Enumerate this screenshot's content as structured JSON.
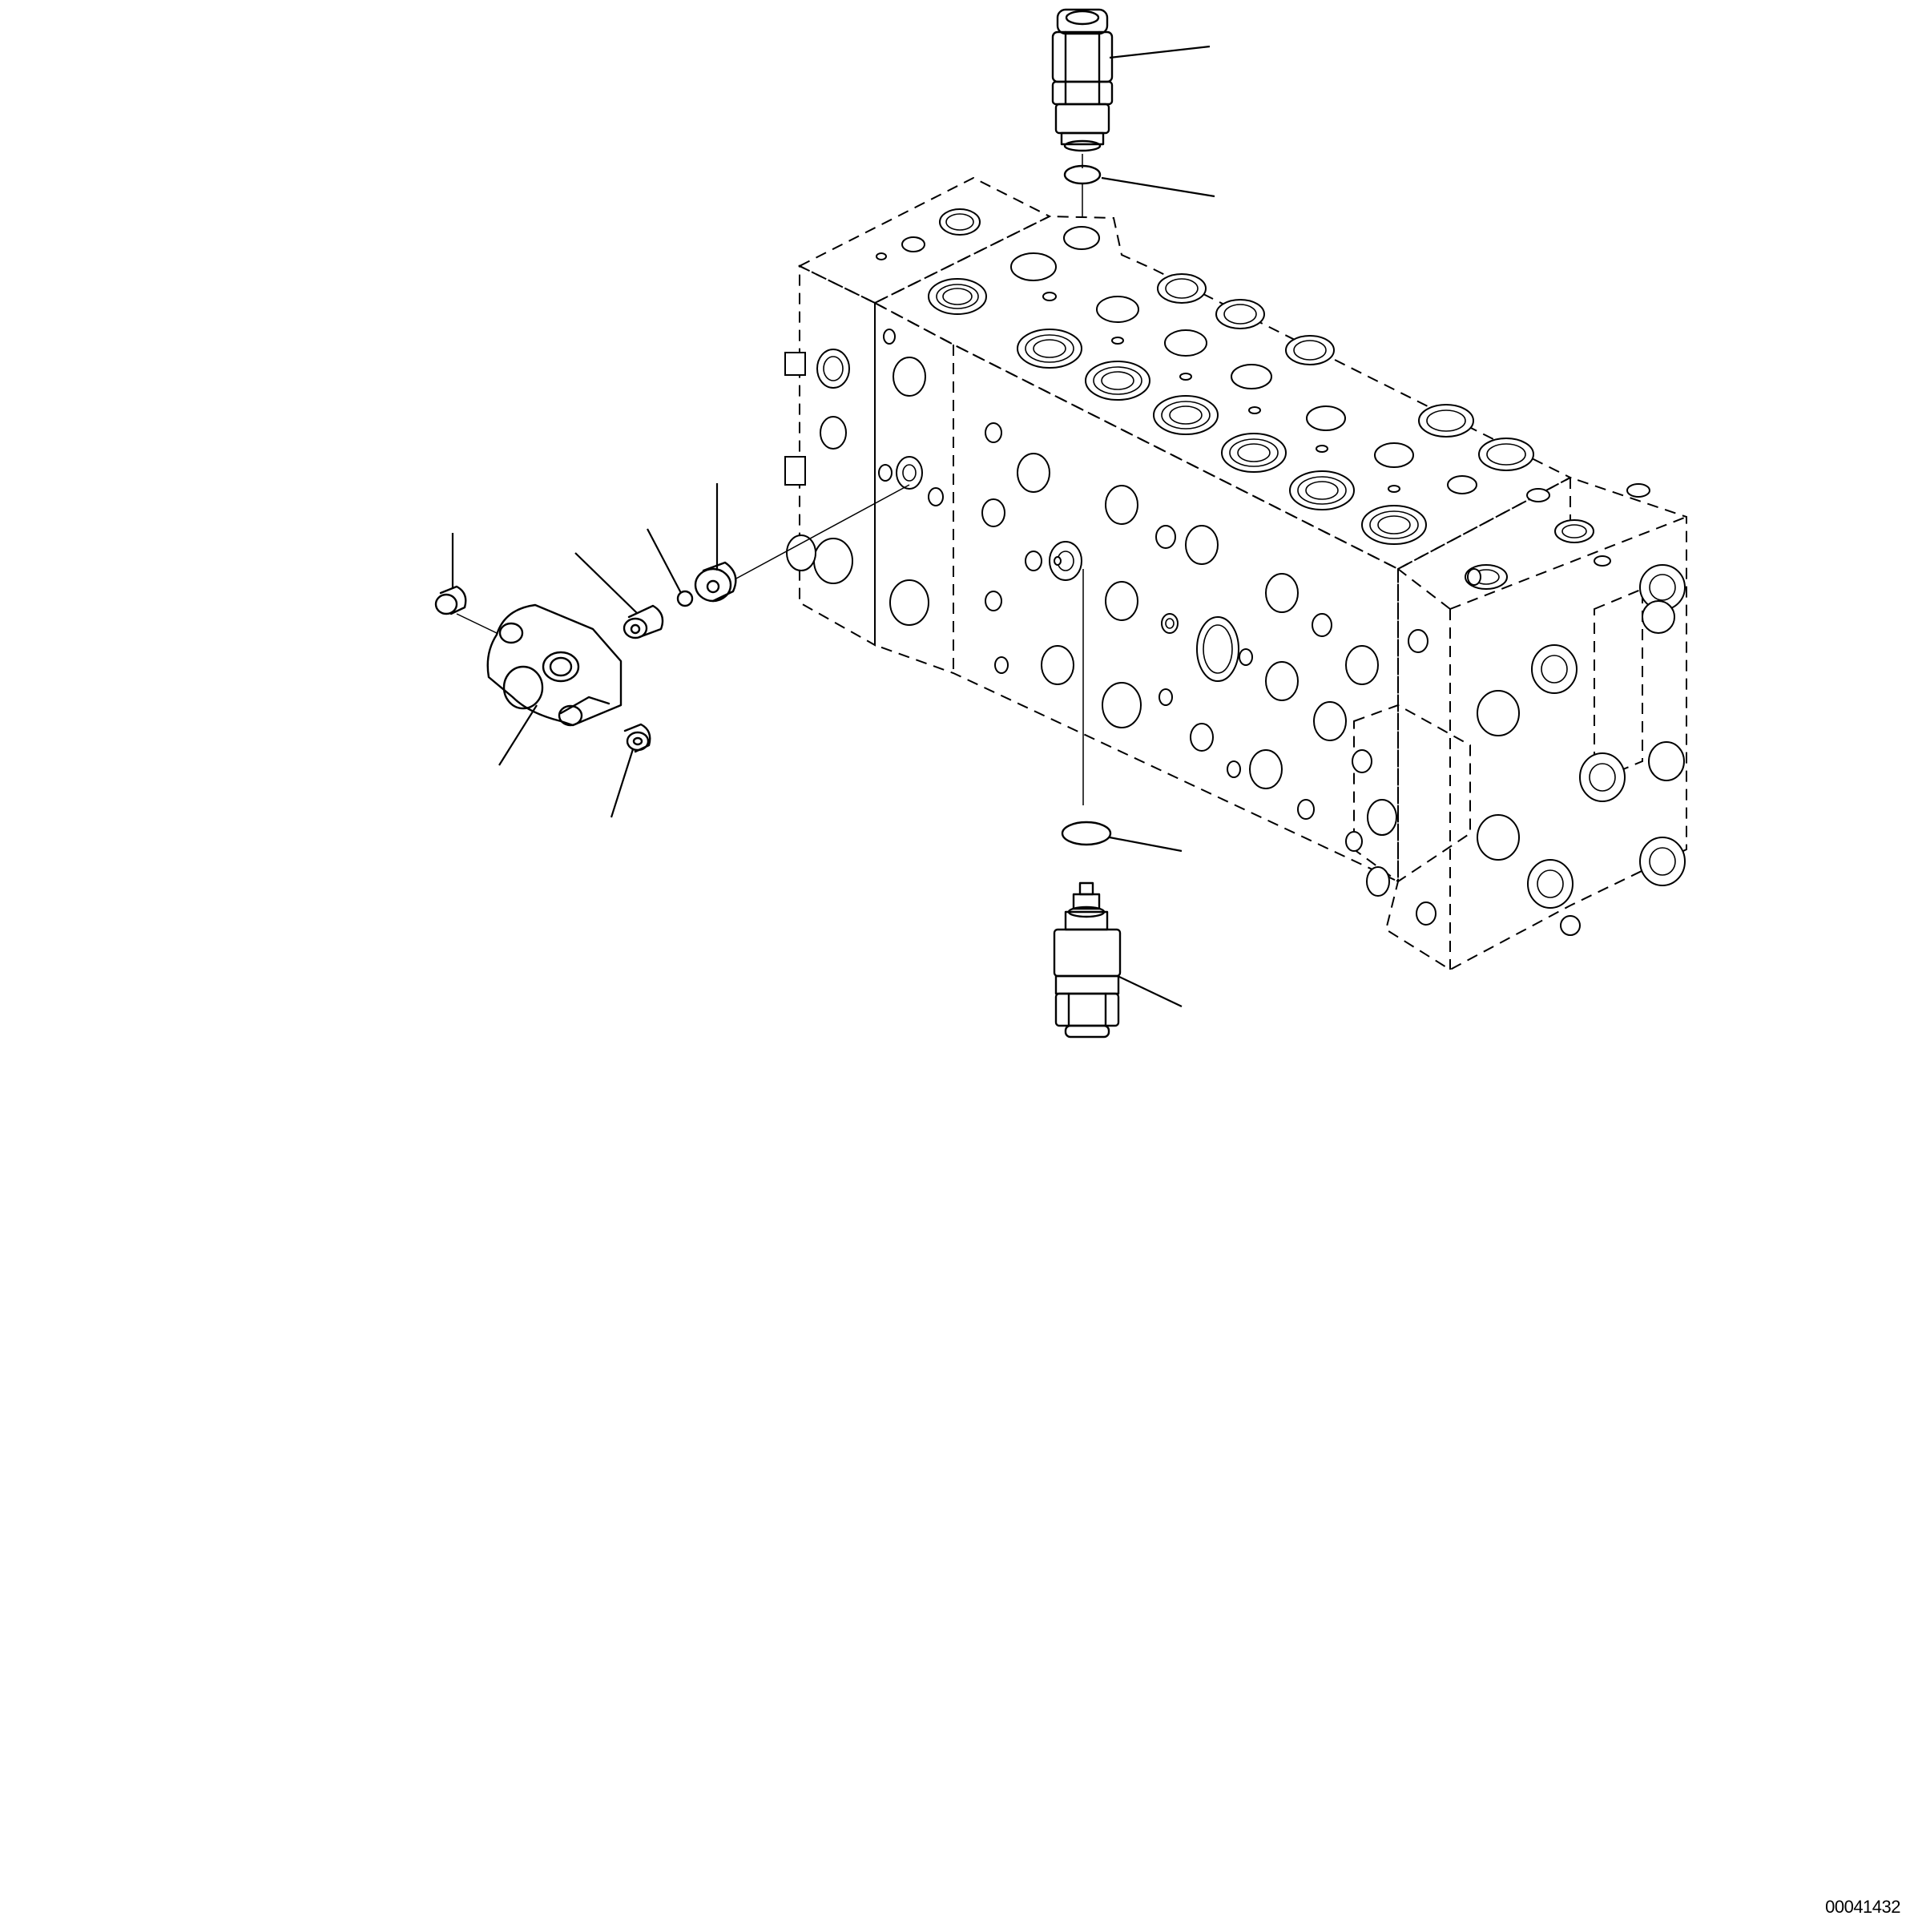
{
  "figure": {
    "drawing_number": "00041432",
    "callouts": [
      {
        "part": "relief-valve-top"
      },
      {
        "part": "o-ring-top"
      },
      {
        "part": "o-ring-bottom"
      },
      {
        "part": "relief-valve-bottom"
      },
      {
        "part": "plug-left"
      },
      {
        "part": "orifice-plug"
      },
      {
        "part": "ball"
      },
      {
        "part": "spacer-plug"
      },
      {
        "part": "cover-block"
      },
      {
        "part": "plug-lower"
      }
    ]
  }
}
